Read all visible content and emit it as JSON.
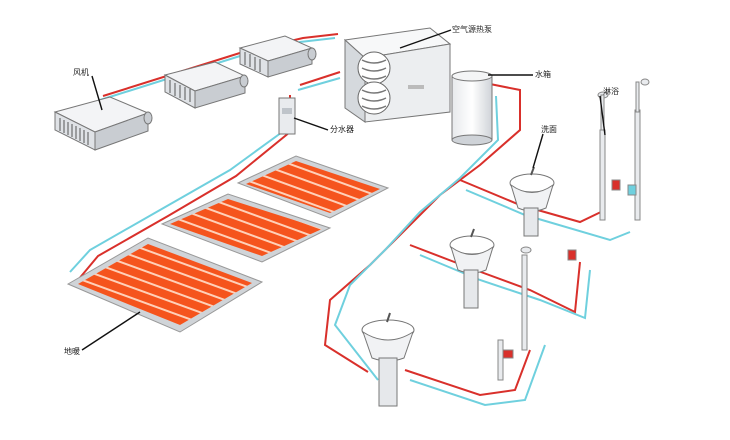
{
  "labels": {
    "fan_coil": "风机",
    "air_source_heat_pump": "空气源热泵",
    "water_tank": "水箱",
    "water_separator": "分水器",
    "faucet": "洗面",
    "shower": "淋浴",
    "floor_heating": "地暖"
  },
  "colors": {
    "hot_pipe": "#d9302b",
    "cold_pipe": "#6fd0de",
    "heating_coil": "#f5541d",
    "panel_frame": "#c9cdd2",
    "unit_body": "#eef0f2"
  }
}
